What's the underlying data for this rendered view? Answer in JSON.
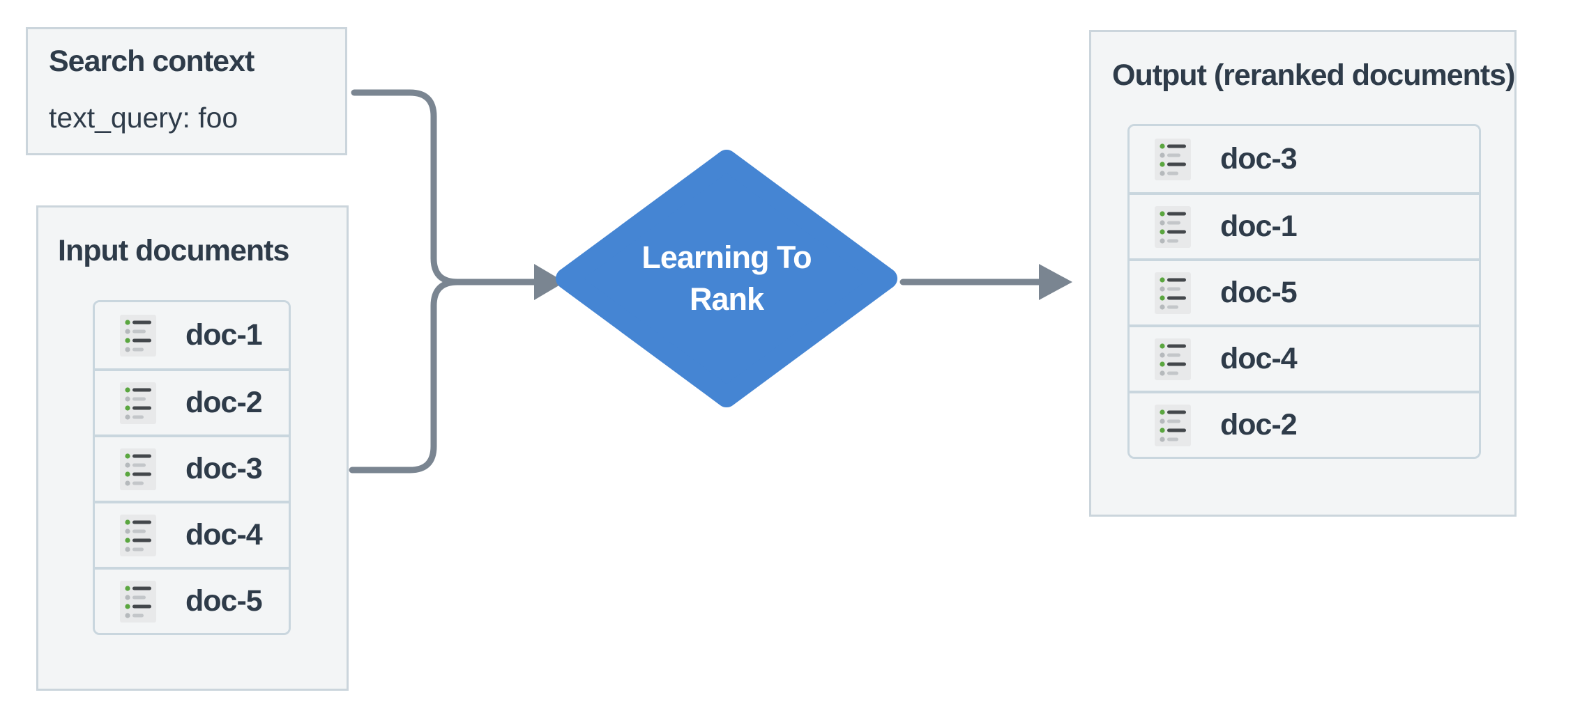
{
  "colors": {
    "page_bg": "#ffffff",
    "panel_fill": "#f3f5f6",
    "panel_border": "#cbd5dc",
    "card_border": "#c9d6de",
    "text_dark": "#2e3b49",
    "arrow": "#7a8591",
    "diamond_fill": "#4585d3",
    "diamond_text": "#ffffff",
    "icon_bg": "#e8e9ea",
    "icon_dot_green": "#5aa63f",
    "icon_dot_gray": "#b5b9bc",
    "icon_line_dark": "#43474b",
    "icon_line_light": "#c3c6c9"
  },
  "search_context": {
    "title": "Search context",
    "query_line": "text_query: foo"
  },
  "input_documents": {
    "title": "Input documents",
    "docs": [
      "doc-1",
      "doc-2",
      "doc-3",
      "doc-4",
      "doc-5"
    ]
  },
  "ltr_node": {
    "label_lines": [
      "Learning To",
      "Rank"
    ]
  },
  "output_documents": {
    "title": "Output (reranked documents)",
    "docs": [
      "doc-3",
      "doc-1",
      "doc-5",
      "doc-4",
      "doc-2"
    ]
  }
}
